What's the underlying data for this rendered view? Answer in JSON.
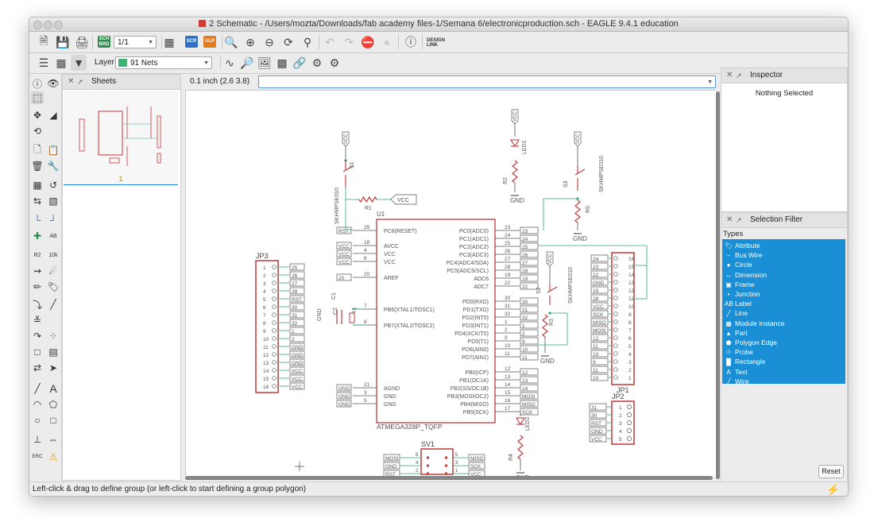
{
  "window": {
    "title": "2 Schematic - /Users/mozta/Downloads/fab academy files-1/Semana 6/electronicproduction.sch - EAGLE 9.4.1 education"
  },
  "toolbar1": {
    "zoom_select": "1/1",
    "scr_label": "SCR",
    "ulp_label": "ULP",
    "design_link": "DESIGN LINK",
    "sch_brd": "SCH BRD"
  },
  "toolbar2": {
    "layer_label": "Layer:",
    "layer_value": "91 Nets",
    "layer_color": "#3cb371"
  },
  "coord": {
    "value": "0.1 inch (2.6 3.8)"
  },
  "sheets": {
    "title": "Sheets",
    "thumb_label": "1"
  },
  "inspector": {
    "title": "Inspector",
    "empty": "Nothing Selected"
  },
  "selection_filter": {
    "title": "Selection Filter",
    "types_label": "Types",
    "items": [
      "Attribute",
      "Bus Wire",
      "Circle",
      "Dimension",
      "Frame",
      "Junction",
      "Label",
      "Line",
      "Module Instance",
      "Part",
      "Polygon Edge",
      "Probe",
      "Rectangle",
      "Text",
      "Wire"
    ],
    "icons": [
      "tag-icon",
      "bus-icon",
      "circle-icon",
      "dimension-icon",
      "frame-icon",
      "junction-icon",
      "label-icon",
      "line-icon",
      "module-icon",
      "part-icon",
      "polygon-icon",
      "probe-icon",
      "rectangle-icon",
      "text-icon",
      "wire-icon"
    ],
    "reset": "Reset",
    "accent": "#1a8fd6"
  },
  "status": {
    "message": "Left-click & drag to define group (or left-click to start defining a group polygon)"
  },
  "schematic": {
    "jp3": {
      "name": "JP3",
      "pins": [
        "1",
        "2",
        "3",
        "4",
        "5",
        "6",
        "7",
        "8",
        "9",
        "10",
        "11",
        "12",
        "13",
        "14",
        "15",
        "16"
      ],
      "nets": [
        "",
        "25",
        "26",
        "27",
        "28",
        "RST",
        "30",
        "31",
        "32",
        "1",
        "2",
        "GND",
        "GND",
        "GND",
        "VCC",
        "VCC",
        "VCC"
      ]
    },
    "u1": {
      "name": "U1",
      "part": "ATMEGA328P_TQFP",
      "left_pins": [
        [
          "RST",
          "29",
          "PC6(RESET)"
        ],
        [
          "VCC",
          "18",
          "AVCC"
        ],
        [
          "VCC",
          "4",
          "VCC"
        ],
        [
          "VCC",
          "6",
          "VCC"
        ],
        [
          "20",
          "20",
          "AREF"
        ],
        [
          "",
          "7",
          "PB6(XTAL1/TOSC1)"
        ],
        [
          "",
          "8",
          "PB7(XTAL2/TOSC2)"
        ],
        [
          "GND",
          "21",
          "AGND"
        ],
        [
          "GND",
          "3",
          "GND"
        ],
        [
          "GND",
          "5",
          "GND"
        ]
      ],
      "right_pins": [
        [
          "23",
          "PC0(ADC0)"
        ],
        [
          "24",
          "PC1(ADC1)"
        ],
        [
          "25",
          "PC2(ADC2)"
        ],
        [
          "26",
          "PC3(ADC3)"
        ],
        [
          "27",
          "PC4(ADC4/SDA)"
        ],
        [
          "28",
          "PC5(ADC5/SCL)"
        ],
        [
          "19",
          "ADC6"
        ],
        [
          "22",
          "ADC7"
        ],
        [
          "30",
          "PD0(RXD)"
        ],
        [
          "31",
          "PD1(TXD)"
        ],
        [
          "32",
          "PD2(INT0)"
        ],
        [
          "1",
          "PD3(INT1)"
        ],
        [
          "2",
          "PD4(XCK/T0)"
        ],
        [
          "9",
          "PD5(T1)"
        ],
        [
          "10",
          "PD6(AIN0)"
        ],
        [
          "11",
          "PD7(AIN1)"
        ],
        [
          "12",
          "PB0(ICP)"
        ],
        [
          "13",
          "PB1(OC1A)"
        ],
        [
          "14",
          "PB2(SS/OC1B)"
        ],
        [
          "15",
          "PB3(MOSI/OC2)"
        ],
        [
          "16",
          "PB4(MISO)"
        ],
        [
          "17",
          "PB5(SCK)"
        ]
      ],
      "right_labels": [
        "23",
        "24",
        "25",
        "26",
        "27",
        "28",
        "19",
        "22",
        "30",
        "31",
        "32",
        "1",
        "2",
        "9",
        "10",
        "11",
        "12",
        "13",
        "14",
        "MOSI",
        "MISO",
        "SCK"
      ]
    },
    "labels": {
      "s1": "S1",
      "r1": "R1",
      "vcc": "VCC",
      "sw_part": "SKHMPSE010",
      "c1": "C1",
      "c2": "C2",
      "y1": "Y1",
      "gnd": "GND",
      "rst": "RST",
      "led1": "LED1",
      "r2": "R2",
      "s3": "S3",
      "r5": "R5",
      "r3": "R3",
      "s2": "S2",
      "led2": "LED2",
      "r4": "R4",
      "sv1": "SV1",
      "jp1": "JP1",
      "jp2": "JP2",
      "mosi": "MOSI",
      "miso": "MISO",
      "sck": "SCK"
    },
    "jp1_pins": [
      "16",
      "15",
      "14",
      "13",
      "12",
      "11",
      "10",
      "9",
      "8",
      "7",
      "6",
      "5",
      "4",
      "3",
      "2",
      "1"
    ],
    "jp1_nets": [
      "24",
      "23",
      "22",
      "GND",
      "19",
      "28",
      "VCC",
      "SCK",
      "MISO",
      "MOSI",
      "12",
      "11",
      "10",
      "9",
      "11",
      "10"
    ],
    "jp2_pins": [
      "1",
      "2",
      "3",
      "4",
      "5"
    ],
    "jp2_nets": [
      "31",
      "30",
      "RST",
      "GND",
      "VCC"
    ],
    "sv1_left": [
      "MOSI",
      "GND",
      "RST"
    ],
    "sv1_right": [
      "MISO",
      "SCK",
      "VCC"
    ],
    "sv1_lnums": [
      "6",
      "4",
      "2"
    ],
    "sv1_rnums": [
      "5",
      "3",
      "1"
    ]
  }
}
